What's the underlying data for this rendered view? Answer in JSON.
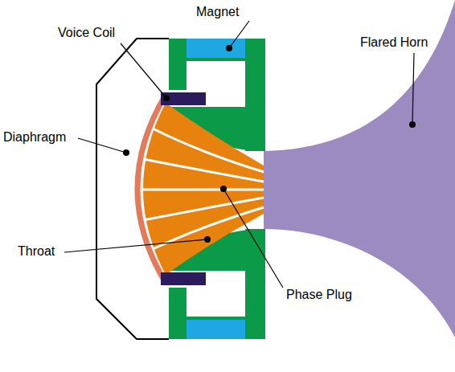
{
  "diagram": {
    "labels": [
      "Magnet",
      "Voice Coil",
      "Flared Horn",
      "Diaphragm",
      "Throat",
      "Phase Plug"
    ]
  }
}
